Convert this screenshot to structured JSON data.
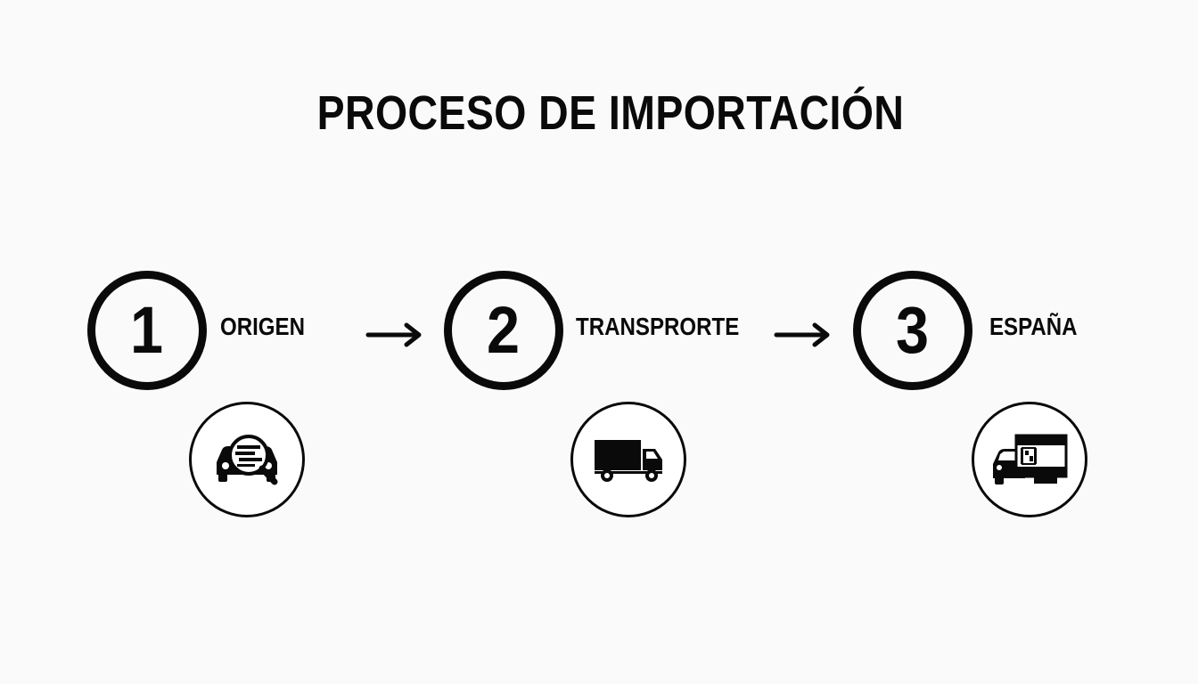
{
  "title": "PROCESO DE IMPORTACIÓN",
  "steps": [
    {
      "number": "1",
      "label": "ORIGEN",
      "icon": "car-inspection-magnifier-icon"
    },
    {
      "number": "2",
      "label": "TRANSPRORTE",
      "icon": "truck-icon"
    },
    {
      "number": "3",
      "label": "ESPAÑA",
      "icon": "car-spain-flag-icon"
    }
  ],
  "colors": {
    "ink": "#0a0a0a",
    "background": "#fafafa"
  }
}
